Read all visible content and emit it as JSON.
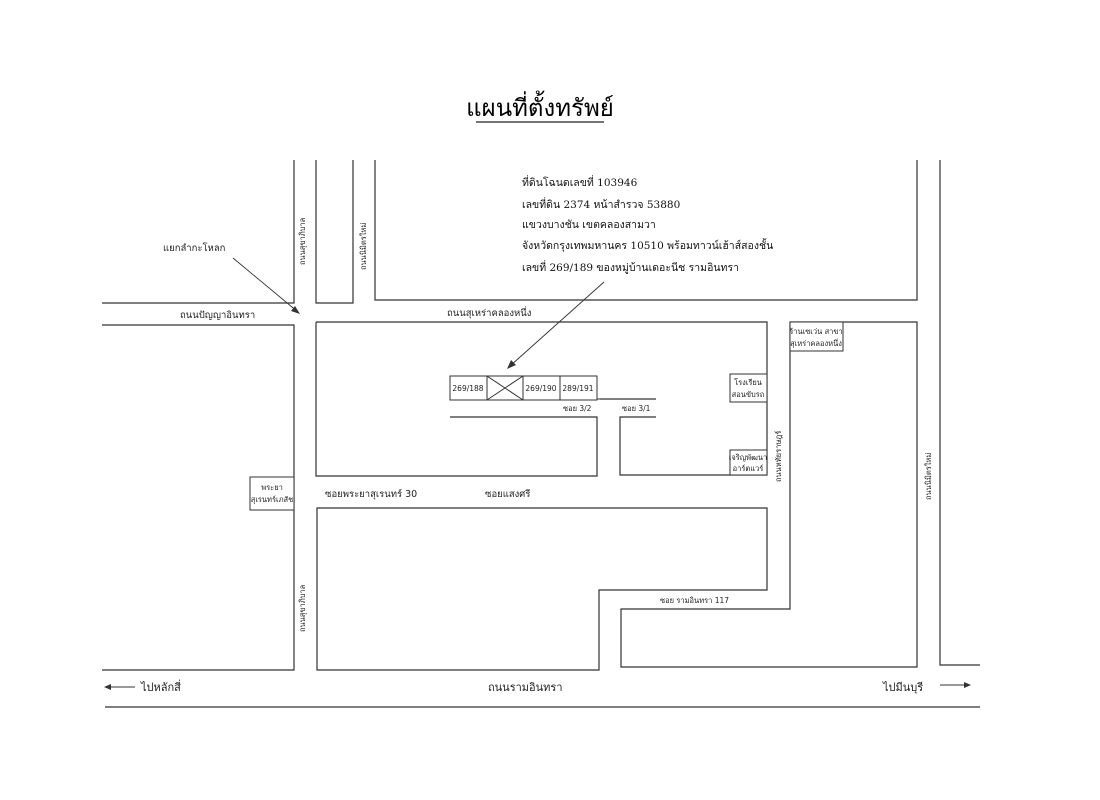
{
  "title": "แผนที่ตั้งทรัพย์",
  "property_info": [
    "ที่ดินโฉนดเลขที่ 103946",
    "เลขที่ดิน 2374 หน้าสำรวจ 53880",
    "แขวงบางชัน เขตคลองสามวา",
    "จังหวัดกรุงเทพมหานคร 10510 พร้อมทาวน์เฮ้าส์สองชั้น",
    "เลขที่ 269/189 ของหมู่บ้านเดอะนีช รามอินทรา"
  ],
  "junction_label": "แยกลำกะโหลก",
  "roads": {
    "panya_inthra": "ถนนปัญญาอินทรา",
    "suwinthawong_upper": "ถนนสุขาภิบาล",
    "lower_vertical_upper": "ถนนนิมิตรใหม่",
    "sukhapiban_khlong_nueng": "ถนนสุเหร่าคลองหนึ่ง",
    "soi_phraya_suren_30": "ซอยพระยาสุเรนทร์ 30",
    "soi_saengsri": "ซอยแสงศรี",
    "soi_3_2": "ซอย 3/2",
    "soi_3_1": "ซอย 3/1",
    "soi_ram_inthra_117": "ซอย รามอินทรา 117",
    "ram_inthra": "ถนนรามอินทรา",
    "left_vertical_lower": "ถนนสุขาภิบาล",
    "mid_vertical_right": "ถนนหทัยราษฎร์",
    "far_right_vertical": "ถนนนิมิตรใหม่"
  },
  "units": [
    "269/188",
    "269/190",
    "289/191"
  ],
  "landmarks": {
    "phraya_suren_hospital": [
      "พระยา",
      "สุเรนทร์เภสัช"
    ],
    "school": [
      "โรงเรียน",
      "สอนขับรถ"
    ],
    "shop_top": [
      "ร้านเซเว่น สาขา",
      "สุเหร่าคลองหนึ่ง"
    ],
    "charoen_phan": [
      "เจริญพัฒนา",
      "อาร์ตแวร์"
    ]
  },
  "directions": {
    "left": "ไปหลักสี่",
    "right": "ไปมีนบุรี"
  }
}
